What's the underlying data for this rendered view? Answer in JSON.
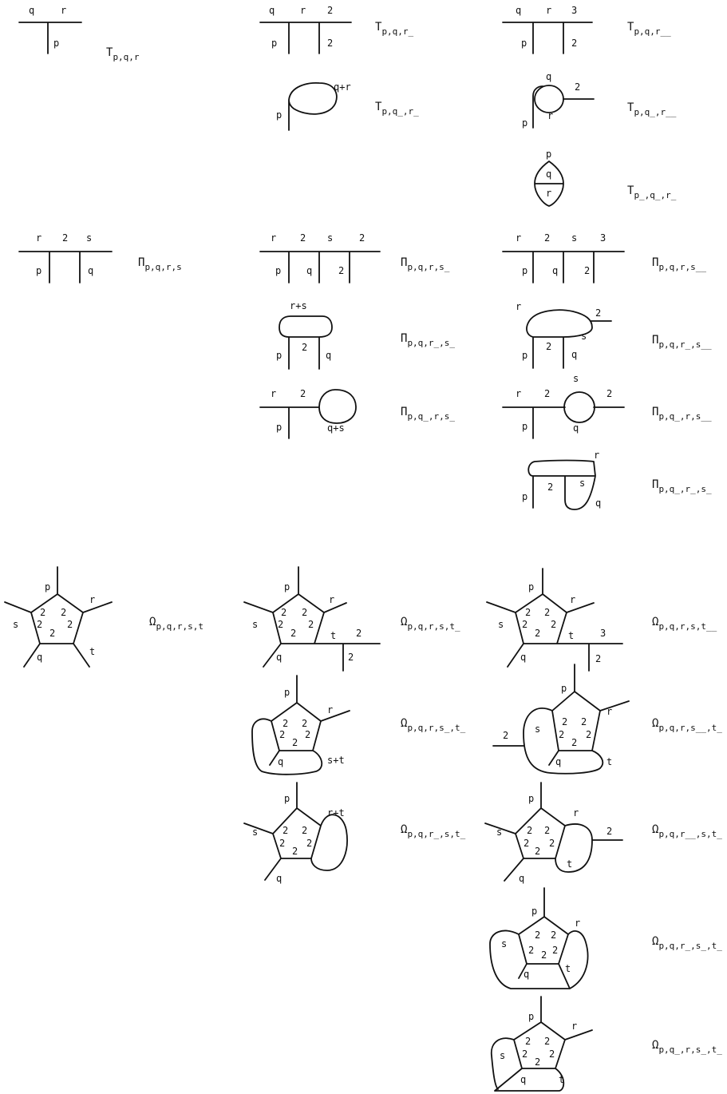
{
  "names": {
    "T1": {
      "sym": "T",
      "sub": "p,q,r"
    },
    "T2": {
      "sym": "T",
      "sub": "p,q,r̲"
    },
    "T3": {
      "sym": "T",
      "sub": "p,q,r̲̲"
    },
    "T4": {
      "sym": "T",
      "sub": "p,q̲,r̲"
    },
    "T5": {
      "sym": "T",
      "sub": "p,q̲,r̲̲"
    },
    "T6": {
      "sym": "T",
      "sub": "p̲,q̲,r̲"
    },
    "P1": {
      "sym": "Π",
      "sub": "p,q,r,s"
    },
    "P2": {
      "sym": "Π",
      "sub": "p,q,r,s̲"
    },
    "P3": {
      "sym": "Π",
      "sub": "p,q,r,s̲̲"
    },
    "P4": {
      "sym": "Π",
      "sub": "p,q,r̲,s̲"
    },
    "P5": {
      "sym": "Π",
      "sub": "p,q,r̲,s̲̲"
    },
    "P6": {
      "sym": "Π",
      "sub": "p,q̲,r,s̲"
    },
    "P7": {
      "sym": "Π",
      "sub": "p,q̲,r,s̲̲"
    },
    "P8": {
      "sym": "Π",
      "sub": "p,q̲,r̲,s̲"
    },
    "O1": {
      "sym": "Ω",
      "sub": "p,q,r,s,t"
    },
    "O2": {
      "sym": "Ω",
      "sub": "p,q,r,s,t̲"
    },
    "O3": {
      "sym": "Ω",
      "sub": "p,q,r,s,t̲̲"
    },
    "O4": {
      "sym": "Ω",
      "sub": "p,q,r,s̲,t̲"
    },
    "O5": {
      "sym": "Ω",
      "sub": "p,q,r,s̲̲,t̲"
    },
    "O6": {
      "sym": "Ω",
      "sub": "p,q,r̲,s,t̲"
    },
    "O7": {
      "sym": "Ω",
      "sub": "p,q,r̲̲,s,t̲"
    },
    "O8": {
      "sym": "Ω",
      "sub": "p,q,r̲,s̲,t̲"
    },
    "O9": {
      "sym": "Ω",
      "sub": "p,q̲,r,s̲,t̲"
    }
  },
  "labels": {
    "p": "p",
    "q": "q",
    "r": "r",
    "s": "s",
    "t": "t",
    "two": "2",
    "three": "3",
    "qr": "q+r",
    "rs": "r+s",
    "qs": "q+s",
    "st": "s+t",
    "rt": "r+t"
  }
}
